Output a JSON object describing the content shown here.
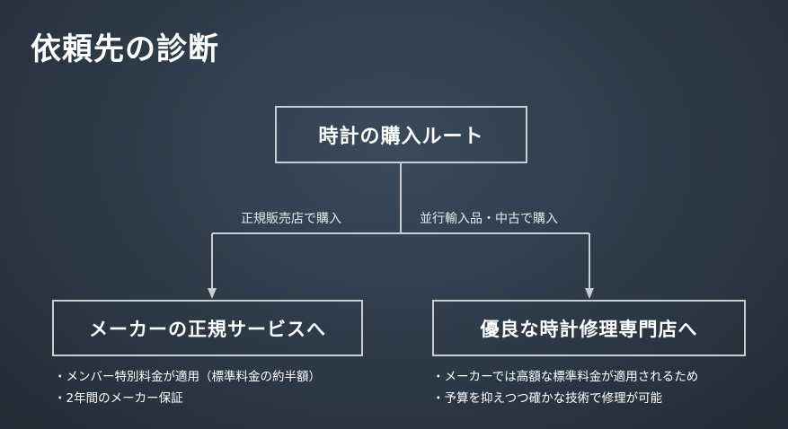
{
  "title": "依頼先の診断",
  "root": {
    "label": "時計の購入ルート"
  },
  "edges": {
    "left_label": "正規販売店で購入",
    "right_label": "並行輸入品・中古で購入"
  },
  "left_branch": {
    "label": "メーカーの正規サービスへ",
    "notes": [
      "・メンバー特別料金が適用（標準料金の約半額）",
      "・2年間のメーカー保証"
    ]
  },
  "right_branch": {
    "label": "優良な時計修理専門店へ",
    "notes": [
      "・メーカーでは高額な標準料金が適用されるため",
      "・予算を抑えつつ確かな技術で修理が可能"
    ]
  },
  "colors": {
    "line": "#c9cdd2",
    "background": "#2c3947",
    "text": "#ffffff"
  }
}
